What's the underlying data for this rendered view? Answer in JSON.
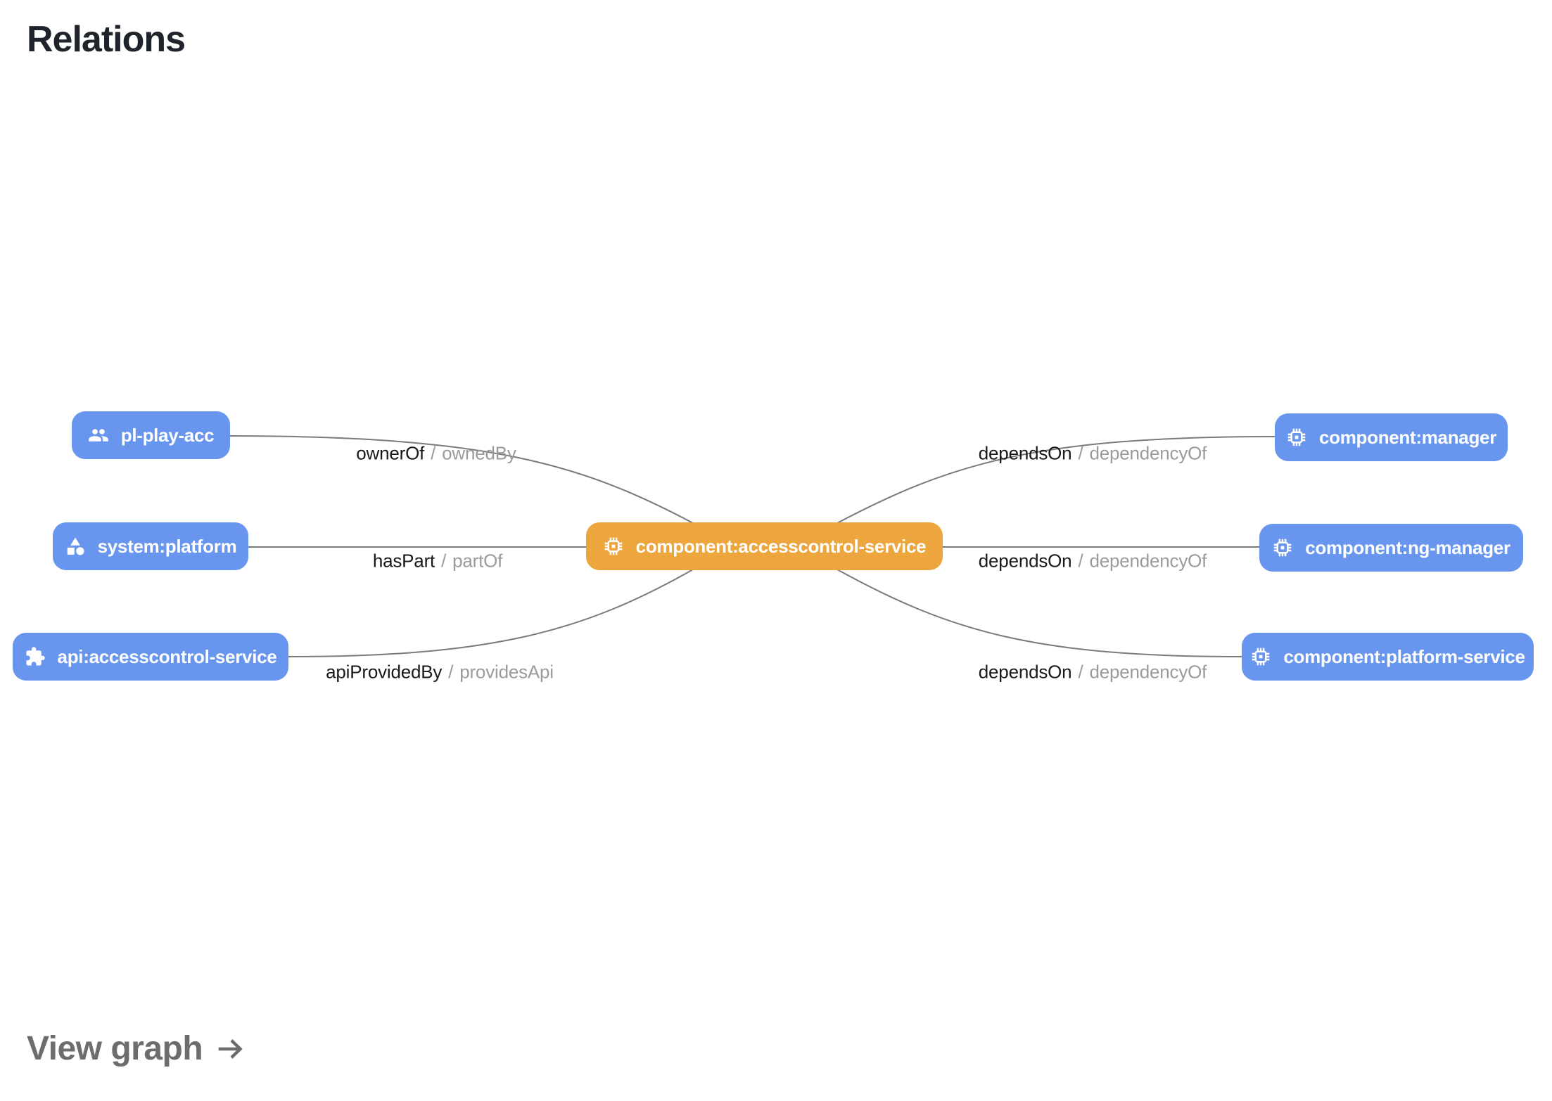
{
  "page": {
    "title": "Relations",
    "view_graph_label": "View graph"
  },
  "colors": {
    "primary_node_bg": "#EDA63E",
    "secondary_node_bg": "#6896EE",
    "node_text": "#ffffff",
    "edge_stroke": "#7a7a7a",
    "edge_label_primary": "#191919",
    "edge_label_secondary": "#9b9b9b",
    "title_text": "#1f242c",
    "view_graph_text": "#6d6d6d"
  },
  "sep": "/",
  "nodes": {
    "center": {
      "label": "component:accesscontrol-service",
      "icon": "chip-icon"
    },
    "left": [
      {
        "label": "pl-play-acc",
        "icon": "users-icon"
      },
      {
        "label": "system:platform",
        "icon": "category-icon"
      },
      {
        "label": "api:accesscontrol-service",
        "icon": "puzzle-icon"
      }
    ],
    "right": [
      {
        "label": "component:manager",
        "icon": "chip-icon"
      },
      {
        "label": "component:ng-manager",
        "icon": "chip-icon"
      },
      {
        "label": "component:platform-service",
        "icon": "chip-icon"
      }
    ]
  },
  "relations": [
    {
      "from": "pl-play-acc",
      "to": "component:accesscontrol-service",
      "primary": "ownerOf",
      "secondary": "ownedBy"
    },
    {
      "from": "system:platform",
      "to": "component:accesscontrol-service",
      "primary": "hasPart",
      "secondary": "partOf"
    },
    {
      "from": "api:accesscontrol-service",
      "to": "component:accesscontrol-service",
      "primary": "apiProvidedBy",
      "secondary": "providesApi"
    },
    {
      "from": "component:accesscontrol-service",
      "to": "component:manager",
      "primary": "dependsOn",
      "secondary": "dependencyOf"
    },
    {
      "from": "component:accesscontrol-service",
      "to": "component:ng-manager",
      "primary": "dependsOn",
      "secondary": "dependencyOf"
    },
    {
      "from": "component:accesscontrol-service",
      "to": "component:platform-service",
      "primary": "dependsOn",
      "secondary": "dependencyOf"
    }
  ]
}
